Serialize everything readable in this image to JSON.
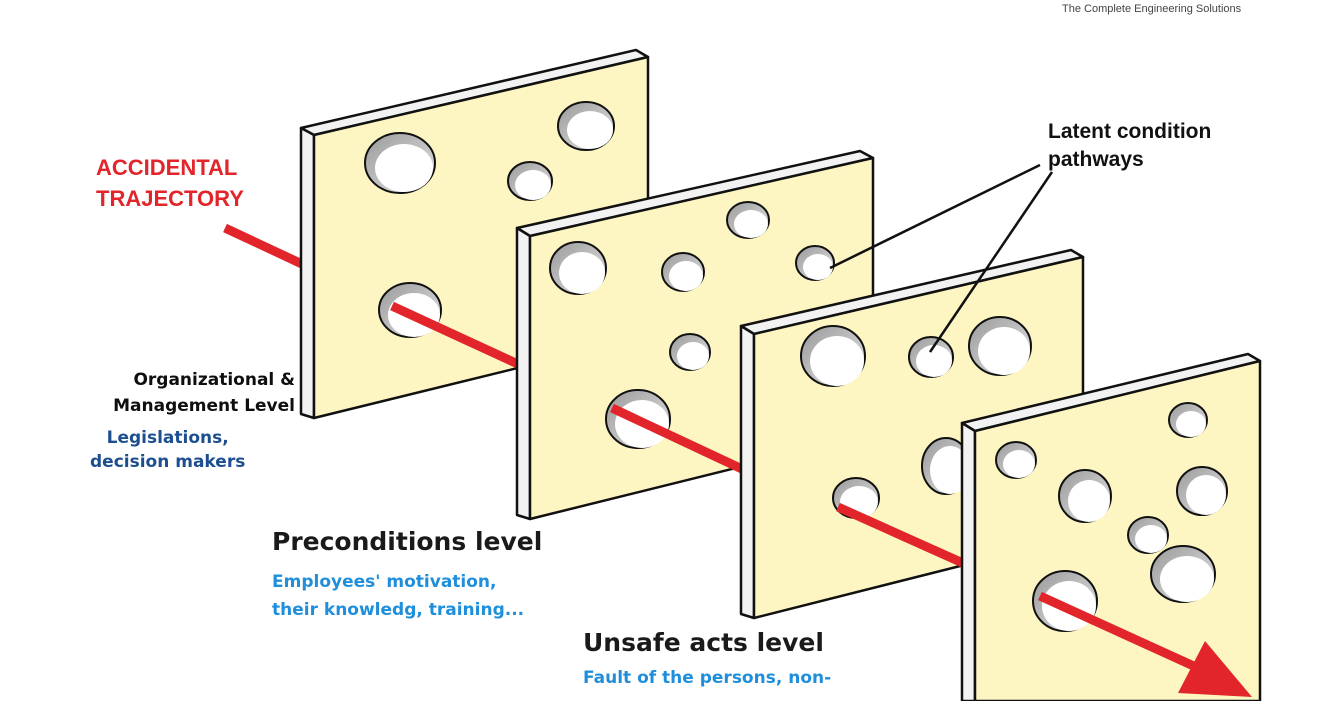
{
  "brand": "The Complete Engineering Solutions",
  "trajectory_label": [
    "ACCIDENTAL",
    "TRAJECTORY"
  ],
  "latent_label": [
    "Latent condition",
    "pathways"
  ],
  "org_level": {
    "title": [
      "Organizational &",
      "Management Level"
    ],
    "subtitle": [
      "Legislations,",
      "decision makers"
    ]
  },
  "preconditions_level": {
    "title": "Preconditions level",
    "subtitle": [
      "Employees' motivation,",
      "their knowledg, training..."
    ]
  },
  "unsafe_level": {
    "title": "Unsafe acts level",
    "subtitle": "Fault of the persons, non-"
  },
  "colors": {
    "slice_face": "#fdf6c2",
    "slice_outline": "#111111",
    "arrow": "#e2252b",
    "trajectory_text": "#e2252b",
    "org_subtitle": "#1d4f90",
    "level_subtitle": "#1f8fdc"
  },
  "slice_count": 4
}
